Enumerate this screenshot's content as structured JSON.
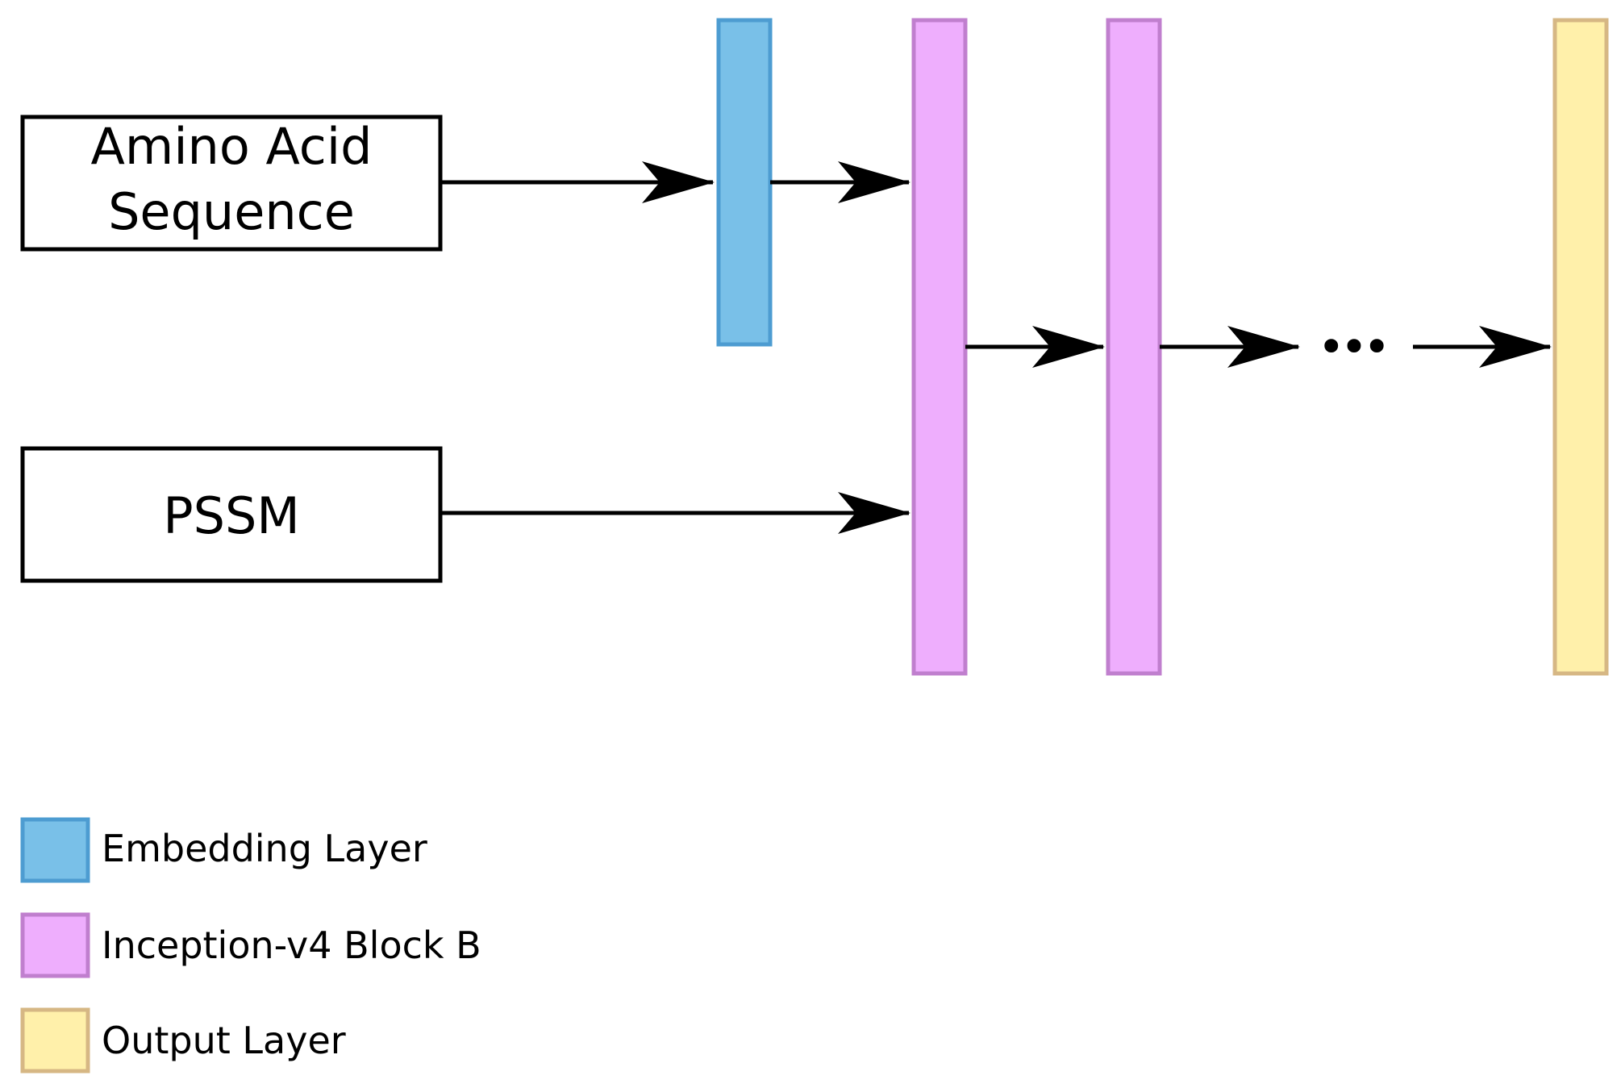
{
  "inputs": {
    "amino_acid": {
      "line1": "Amino Acid",
      "line2": "Sequence"
    },
    "pssm": {
      "label": "PSSM"
    }
  },
  "ellipsis": "•••",
  "legend": {
    "items": [
      {
        "key": "embedding",
        "label": "Embedding Layer",
        "fill": "#79c0e8",
        "stroke": "#4d9cd1"
      },
      {
        "key": "inception",
        "label": "Inception-v4 Block B",
        "fill": "#eeaefd",
        "stroke": "#c07fce"
      },
      {
        "key": "output",
        "label": "Output Layer",
        "fill": "#fff0aa",
        "stroke": "#d6b784"
      }
    ]
  },
  "colors": {
    "embedding_fill": "#79c0e8",
    "embedding_stroke": "#4d9cd1",
    "inception_fill": "#eeaefd",
    "inception_stroke": "#c07fce",
    "output_fill": "#fff0aa",
    "output_stroke": "#d6b784",
    "line": "#000000"
  }
}
